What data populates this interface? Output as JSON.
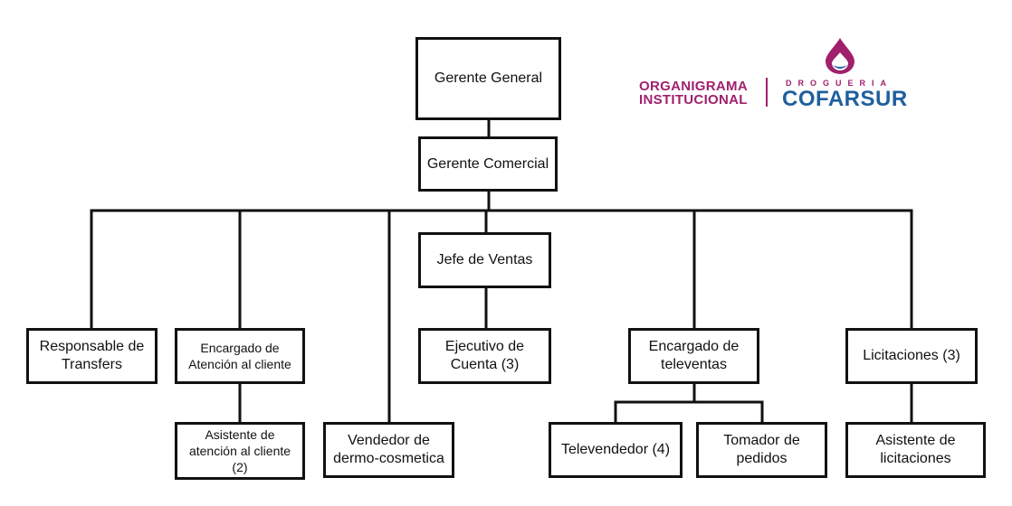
{
  "logo": {
    "line1": "ORGANIGRAMA",
    "line2": "INSTITUCIONAL",
    "brand_top": "DROGUERIA",
    "brand": "COFARSUR",
    "emblem": "cofarsur-drop-emblem",
    "colors": {
      "magenta": "#a0206e",
      "blue": "#1f5f9e"
    }
  },
  "nodes": {
    "gerente_general": "Gerente General",
    "gerente_comercial": "Gerente Comercial",
    "jefe_ventas": "Jefe de Ventas",
    "responsable_transfers": "Responsable de\nTransfers",
    "encargado_atencion": "Encargado de\nAtención al cliente",
    "asistente_atencion": "Asistente de\natención al cliente\n(2)",
    "vendedor_dermo": "Vendedor de\ndermo-cosmetica",
    "ejecutivo_cuenta": "Ejecutivo de\nCuenta (3)",
    "encargado_televentas": "Encargado de\nteleventas",
    "televendedor": "Televendedor (4)",
    "tomador_pedidos": "Tomador de\npedidos",
    "licitaciones": "Licitaciones (3)",
    "asistente_licitaciones": "Asistente de\nlicitaciones"
  }
}
